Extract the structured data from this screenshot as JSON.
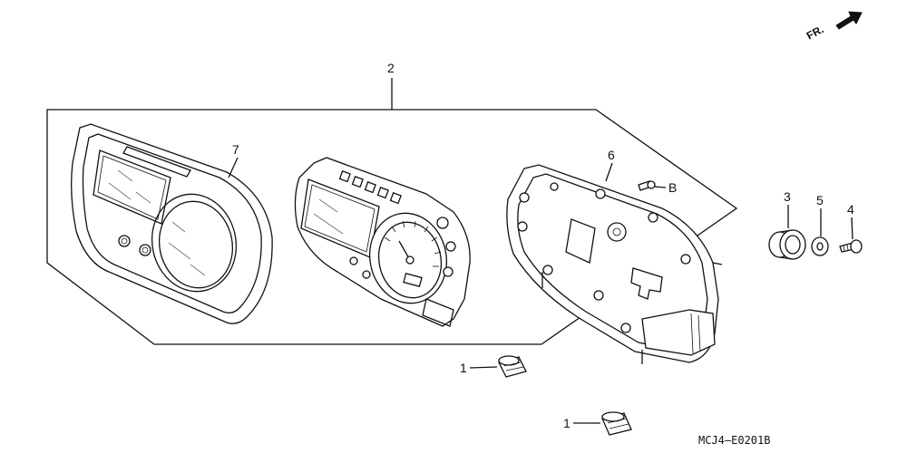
{
  "direction_marker": {
    "text": "FR.",
    "icon": "arrow-icon"
  },
  "assembly_number": "2",
  "callouts": [
    {
      "id": "1a",
      "text": "1"
    },
    {
      "id": "1b",
      "text": "1"
    },
    {
      "id": "3",
      "text": "3"
    },
    {
      "id": "4",
      "text": "4"
    },
    {
      "id": "5",
      "text": "5"
    },
    {
      "id": "6",
      "text": "6"
    },
    {
      "id": "7",
      "text": "7"
    },
    {
      "id": "B",
      "text": "B"
    }
  ],
  "diagram_code": "MCJ4—E0201B"
}
